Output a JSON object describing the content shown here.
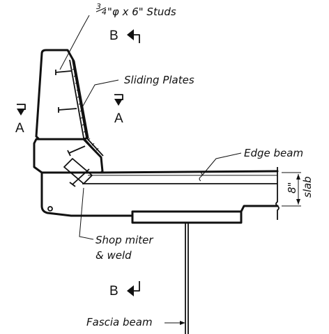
{
  "labels": {
    "studs_frac": "3",
    "studs_frac2": "4",
    "studs_text": "\"φ x 6\" Studs",
    "sliding_plates": "Sliding Plates",
    "edge_beam": "Edge beam",
    "shop_miter_1": "Shop miter",
    "shop_miter_2": "& weld",
    "fascia_beam": "Fascia beam",
    "slab_dim": "8\"",
    "slab_word": "slab",
    "section_b_top": "B",
    "section_b_bottom": "B",
    "section_a_left": "A",
    "section_a_right": "A"
  }
}
